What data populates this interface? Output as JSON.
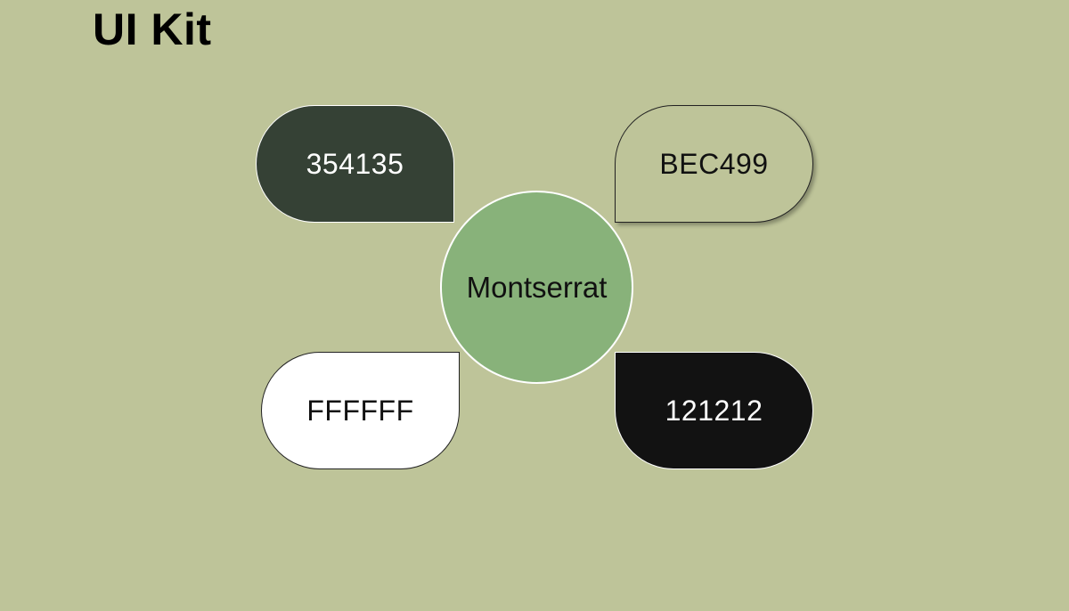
{
  "title": "UI Kit",
  "font_name": "Montserrat",
  "swatches": [
    {
      "label": "354135",
      "color": "#354135"
    },
    {
      "label": "BEC499",
      "color": "#BEC499"
    },
    {
      "label": "FFFFFF",
      "color": "#FFFFFF"
    },
    {
      "label": "121212",
      "color": "#121212"
    }
  ],
  "circle_color": "#88B27A"
}
